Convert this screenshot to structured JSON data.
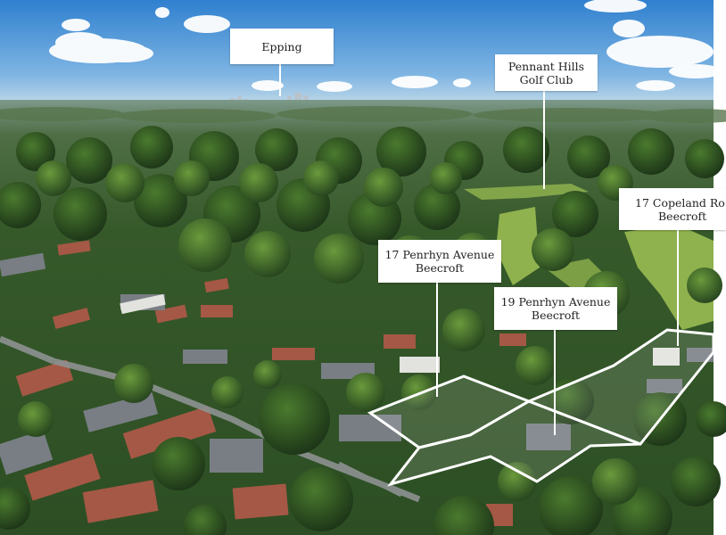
{
  "labels": {
    "epping": {
      "line1": "Epping"
    },
    "pennant_hills": {
      "line1": "Pennant Hills",
      "line2": "Golf Club"
    },
    "copeland": {
      "line1": "17 Copeland Ro",
      "line2": "Beecroft"
    },
    "penrhyn_17": {
      "line1": "17 Penrhyn Avenue",
      "line2": "Beecroft"
    },
    "penrhyn_19": {
      "line1": "19 Penrhyn Avenue",
      "line2": "Beecroft"
    }
  },
  "colors": {
    "sky_top": "#2e7fd0",
    "sky_bottom": "#b9d6ee",
    "haze": "#7e9a86",
    "forest_dark": "#24411f",
    "forest_mid": "#3f6a2c",
    "forest_light": "#6f9340",
    "fairway": "#93b553",
    "roof_red": "#a5523f",
    "roof_grey": "#6f7479",
    "road": "#8b8e8e",
    "outline": "#ffffff"
  }
}
